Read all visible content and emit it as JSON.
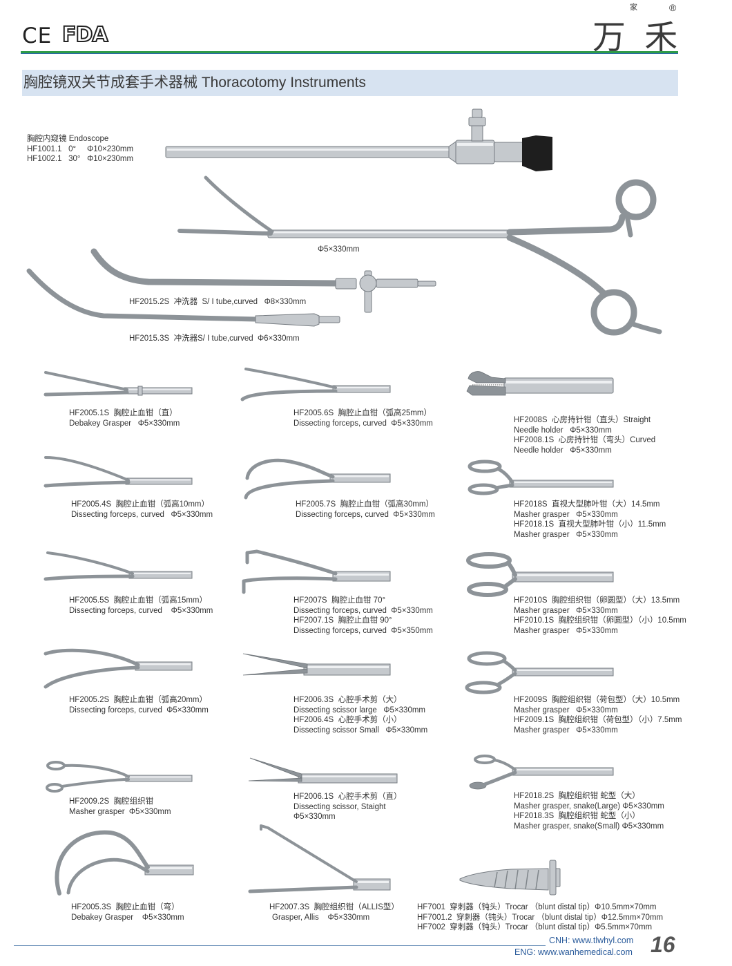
{
  "header": {
    "ce": "CE",
    "fda": "FDA",
    "brand": "万 禾",
    "brand_small": "家",
    "registered": "®"
  },
  "title": "胸腔镜双关节成套手术器械 Thoracotomy Instruments",
  "endoscope": {
    "lines": [
      "胸腔内窥镜 Endoscope",
      "HF1001.1   0°     Φ10×230mm",
      "HF1002.1   30°   Φ10×230mm"
    ]
  },
  "grasper_spec": "Φ5×330mm",
  "irrigators": [
    "HF2015.2S  冲洗器  S/ I tube,curved   Φ8×330mm",
    "HF2015.3S  冲洗器S/ I tube,curved  Φ6×330mm"
  ],
  "items": [
    {
      "lines": [
        "HF2005.1S  胸腔止血钳（直）",
        "Debakey Grasper   Φ5×330mm"
      ]
    },
    {
      "lines": [
        "HF2005.6S  胸腔止血钳（弧高25mm）",
        "Dissecting forceps, curved  Φ5×330mm"
      ]
    },
    {
      "lines": [
        "HF2008S  心房持针钳（直头）Straight",
        "Needle holder   Φ5×330mm",
        "HF2008.1S  心房持针钳（弯头）Curved",
        "Needle holder   Φ5×330mm"
      ]
    },
    {
      "lines": [
        "HF2005.4S  胸腔止血钳（弧高10mm）",
        "Dissecting forceps, curved   Φ5×330mm"
      ]
    },
    {
      "lines": [
        "HF2005.7S  胸腔止血钳（弧高30mm）",
        "Dissecting forceps, curved  Φ5×330mm"
      ]
    },
    {
      "lines": [
        "HF2018S  直视大型肺叶钳（大）14.5mm",
        "Masher grasper   Φ5×330mm",
        "HF2018.1S  直视大型肺叶钳（小）11.5mm",
        "Masher grasper   Φ5×330mm"
      ]
    },
    {
      "lines": [
        "HF2005.5S  胸腔止血钳（弧高15mm）",
        "Dissecting forceps, curved    Φ5×330mm"
      ]
    },
    {
      "lines": [
        "HF2007S  胸腔止血钳 70°",
        "Dissecting forceps, curved  Φ5×330mm",
        "HF2007.1S  胸腔止血钳 90°",
        "Dissecting forceps, curved  Φ5×350mm"
      ]
    },
    {
      "lines": [
        "HF2010S  胸腔组织钳（卵圆型）（大）13.5mm",
        "Masher grasper   Φ5×330mm",
        "HF2010.1S  胸腔组织钳（卵圆型）（小）10.5mm",
        "Masher grasper   Φ5×330mm"
      ]
    },
    {
      "lines": [
        "HF2005.2S  胸腔止血钳（弧高20mm）",
        "Dissecting forceps, curved  Φ5×330mm"
      ]
    },
    {
      "lines": [
        "HF2006.3S  心腔手术剪（大）",
        "Dissecting scissor large   Φ5×330mm",
        "HF2006.4S  心腔手术剪（小）",
        "Dissecting scissor Small   Φ5×330mm"
      ]
    },
    {
      "lines": [
        "HF2009S  胸腔组织钳（荷包型）（大）10.5mm",
        "Masher grasper   Φ5×330mm",
        "HF2009.1S  胸腔组织钳（荷包型）（小）7.5mm",
        "Masher grasper   Φ5×330mm"
      ]
    },
    {
      "lines": [
        "HF2009.2S  胸腔组织钳",
        "Masher grasper  Φ5×330mm"
      ]
    },
    {
      "lines": [
        "HF2006.1S  心腔手术剪（直）",
        "Dissecting scissor, Staight",
        "Φ5×330mm"
      ]
    },
    {
      "lines": [
        "HF2018.2S  胸腔组织钳 蛇型（大）",
        "Masher grasper, snake(Large) Φ5×330mm",
        "HF2018.3S  胸腔组织钳 蛇型（小）",
        "Masher grasper, snake(Small) Φ5×330mm"
      ]
    },
    {
      "lines": [
        "HF2005.3S  胸腔止血钳（弯）",
        "Debakey Grasper    Φ5×330mm"
      ]
    },
    {
      "lines": [
        "HF2007.3S  胸腔组织钳（ALLIS型）",
        "Grasper, Allis    Φ5×330mm"
      ]
    },
    {
      "lines": [
        "HF7001  穿刺器（钝头）Trocar （blunt distal tip）Φ10.5mm×70mm",
        "HF7001.2  穿刺器（钝头）Trocar （blunt distal tip）Φ12.5mm×70mm",
        "HF7002  穿刺器（钝头）Trocar （blunt distal tip）Φ5.5mm×70mm"
      ]
    }
  ],
  "footer": {
    "cnh": "CNH: www.tlwhyl.com",
    "eng": "ENG: www.wanhemedical.com",
    "page_number": "16"
  }
}
